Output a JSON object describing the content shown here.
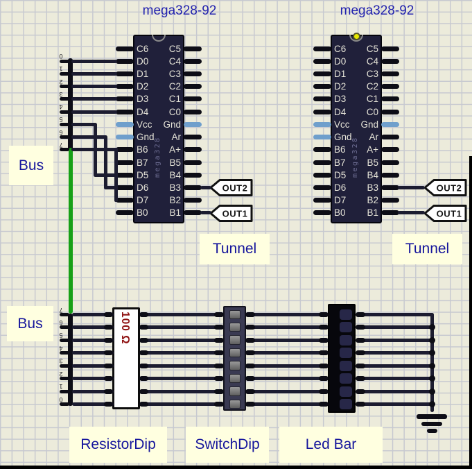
{
  "app": {
    "type": "circuit-simulator-canvas"
  },
  "colors": {
    "canvas_bg": "#ecebdb",
    "grid_line": "#c7c9d0",
    "chip_body": "#20203a",
    "chip_title_blue": "#2222ae",
    "pin_black": "#0d0d16",
    "pin_power_blue": "#6f9fcc",
    "wire_dark": "#1c1c30",
    "bus_wire_green": "#17a017",
    "label_text_blue": "#15159c",
    "label_bg": "#ffffe0",
    "resistor_value_red": "#8e1010",
    "indicator_dot_yellow": "#e6e800"
  },
  "chips": [
    {
      "title": "mega328-92",
      "vertical_label": "mega328",
      "indicator_dot": false,
      "left_pins": [
        "C6",
        "D0",
        "D1",
        "D2",
        "D3",
        "D4",
        "Vcc",
        "Gnd",
        "B6",
        "B7",
        "D5",
        "D6",
        "D7",
        "B0"
      ],
      "right_pins": [
        "C5",
        "C4",
        "C3",
        "C2",
        "C1",
        "C0",
        "Gnd",
        "Ar",
        "A+",
        "B5",
        "B4",
        "B3",
        "B2",
        "B1"
      ]
    },
    {
      "title": "mega328-92",
      "vertical_label": "mega328",
      "indicator_dot": true,
      "left_pins": [
        "C6",
        "D0",
        "D1",
        "D2",
        "D3",
        "D4",
        "Vcc",
        "Gnd",
        "B6",
        "B7",
        "D5",
        "D6",
        "D7",
        "B0"
      ],
      "right_pins": [
        "C5",
        "C4",
        "C3",
        "C2",
        "C1",
        "C0",
        "Gnd",
        "Ar",
        "A+",
        "B5",
        "B4",
        "B3",
        "B2",
        "B1"
      ]
    }
  ],
  "buses": {
    "top": {
      "label": "Bus",
      "taps": [
        "0",
        "1",
        "2",
        "3",
        "4",
        "5",
        "6",
        "7"
      ]
    },
    "bottom": {
      "label": "Bus",
      "taps": [
        "7",
        "6",
        "5",
        "4",
        "3",
        "2",
        "1",
        "0"
      ]
    }
  },
  "tunnels": {
    "left": {
      "label": "Tunnel",
      "flags": [
        "OUT2",
        "OUT1"
      ]
    },
    "right": {
      "label": "Tunnel",
      "flags": [
        "OUT2",
        "OUT1"
      ]
    }
  },
  "components": {
    "resistor_dip": {
      "label": "ResistorDip",
      "value": "100 Ω",
      "pins_per_side": 8
    },
    "switch_dip": {
      "label": "SwitchDip",
      "positions": 8
    },
    "led_bar": {
      "label": "Led Bar",
      "leds": 8
    },
    "ground": {
      "symbol": "earth-ground"
    }
  }
}
